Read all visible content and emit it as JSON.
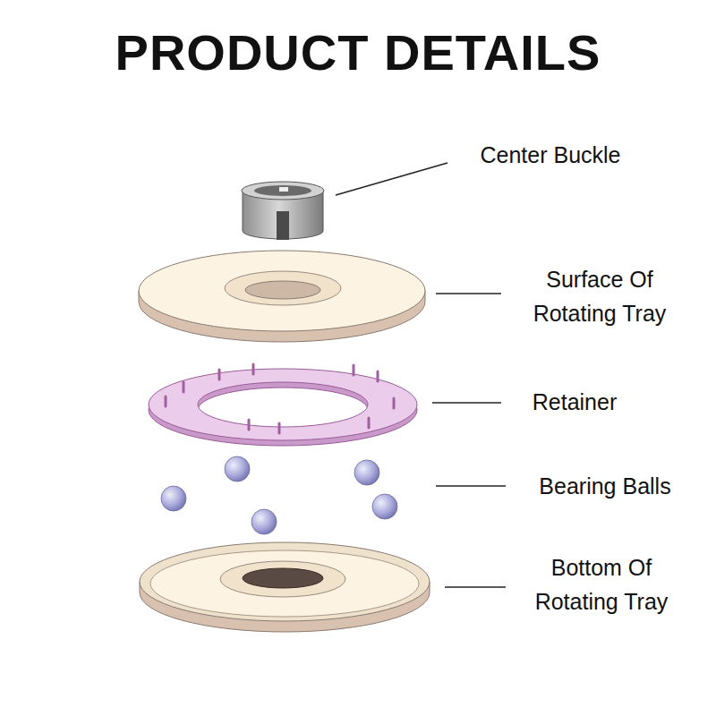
{
  "diagram": {
    "title": "PRODUCT DETAILS",
    "labels": [
      "Center Buckle",
      "Surface Of Rotating Tray",
      "Retainer",
      "Bearing Balls",
      "Bottom Of Rotating Tray"
    ]
  }
}
